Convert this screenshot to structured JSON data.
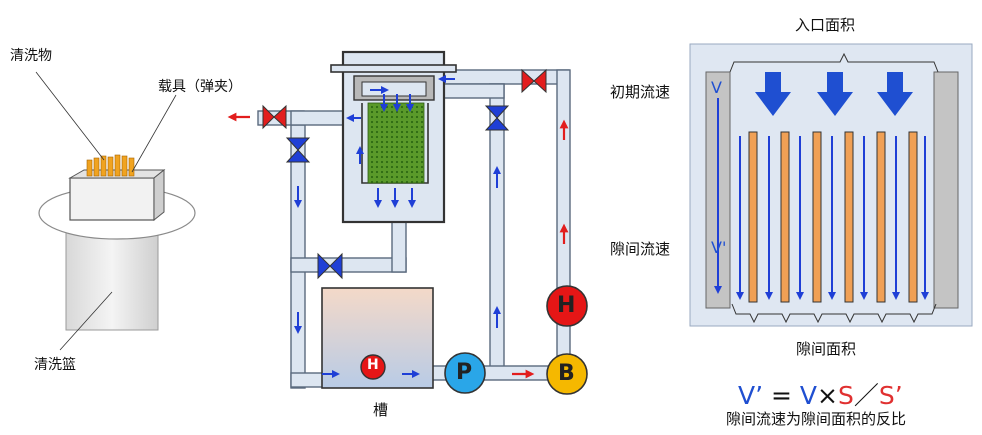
{
  "left": {
    "wash_item_label": "清洗物",
    "carrier_label": "载具（弹夹）",
    "basket_label": "清洗篮"
  },
  "middle": {
    "tank_label": "槽",
    "heater_symbol": "H",
    "pump_symbol": "P",
    "b_symbol": "B",
    "heater2_symbol": "H"
  },
  "right": {
    "inlet_area_label": "入口面积",
    "initial_velocity_label": "初期流速",
    "gap_velocity_label": "隙间流速",
    "gap_area_label": "隙间面积",
    "v_label": "V",
    "vprime_label": "V'",
    "formula": {
      "lhs": "V’",
      "eq": " = ",
      "v": "V",
      "times": "×",
      "s": "S",
      "div": "／",
      "sprime": "S’"
    },
    "caption": "隙间流速为隙间面积的反比"
  },
  "colors": {
    "pipe_fill": "#dde6f1",
    "pipe_stroke": "#5a6a7e",
    "flow_blue": "#1f3fd6",
    "flow_red": "#e21d1d",
    "pump_blue": "#2aa6e8",
    "heater_red": "#e51616",
    "b_yellow": "#f5b800",
    "plate_orange": "#f0a055",
    "panel_bg": "#dfe7f2"
  }
}
